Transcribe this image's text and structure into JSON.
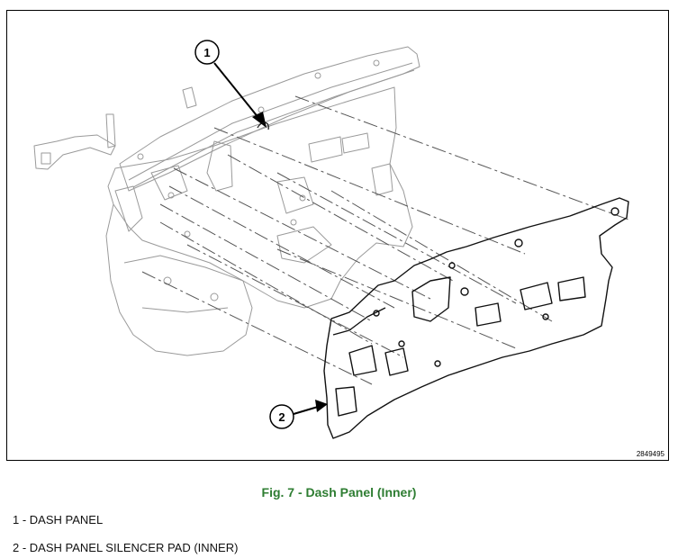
{
  "figure": {
    "id_code": "2849495",
    "callouts": [
      {
        "number": "1"
      },
      {
        "number": "2"
      }
    ]
  },
  "caption": "Fig. 7 - Dash Panel (Inner)",
  "legend": [
    {
      "text": "1 - DASH PANEL"
    },
    {
      "text": "2 - DASH PANEL SILENCER PAD (INNER)"
    }
  ],
  "colors": {
    "caption": "#2e7d32",
    "line_light": "#9a9a9a",
    "line_dark": "#111111"
  }
}
